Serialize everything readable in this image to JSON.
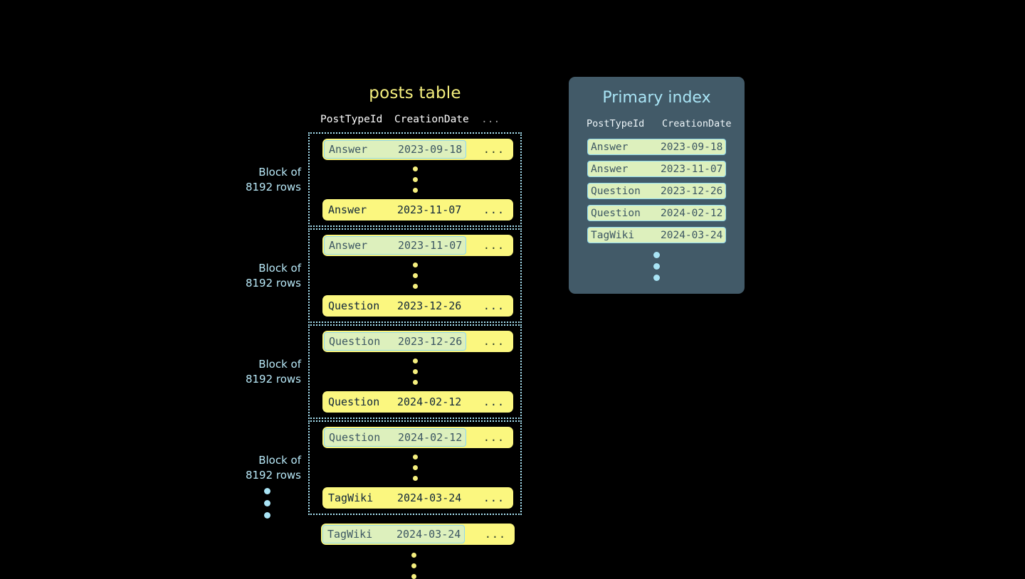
{
  "canvas": {
    "background": "#000000",
    "accent_yellow": "#fbf77f",
    "accent_cyan": "#a9e4f5",
    "highlight_green": "#ddf0bd",
    "panel_slate": "#425a68"
  },
  "posts_table": {
    "title": "posts table",
    "columns": {
      "post_type_id": "PostTypeId",
      "creation_date": "CreationDate",
      "more": "..."
    },
    "blocks": [
      {
        "label_line1": "Block of",
        "label_line2": "8192 rows",
        "first_row": {
          "post_type_id": "Answer",
          "creation_date": "2023-09-18",
          "more": "...",
          "highlighted": true
        },
        "last_row": {
          "post_type_id": "Answer",
          "creation_date": "2023-11-07",
          "more": "...",
          "highlighted": false
        }
      },
      {
        "label_line1": "Block of",
        "label_line2": "8192 rows",
        "first_row": {
          "post_type_id": "Answer",
          "creation_date": "2023-11-07",
          "more": "...",
          "highlighted": true
        },
        "last_row": {
          "post_type_id": "Question",
          "creation_date": "2023-12-26",
          "more": "...",
          "highlighted": false
        }
      },
      {
        "label_line1": "Block of",
        "label_line2": "8192 rows",
        "first_row": {
          "post_type_id": "Question",
          "creation_date": "2023-12-26",
          "more": "...",
          "highlighted": true
        },
        "last_row": {
          "post_type_id": "Question",
          "creation_date": "2024-02-12",
          "more": "...",
          "highlighted": false
        }
      },
      {
        "label_line1": "Block of",
        "label_line2": "8192 rows",
        "first_row": {
          "post_type_id": "Question",
          "creation_date": "2024-02-12",
          "more": "...",
          "highlighted": true
        },
        "last_row": {
          "post_type_id": "TagWiki",
          "creation_date": "2024-03-24",
          "more": "...",
          "highlighted": false
        }
      }
    ],
    "tail_row": {
      "post_type_id": "TagWiki",
      "creation_date": "2024-03-24",
      "more": "...",
      "highlighted": true
    }
  },
  "primary_index": {
    "title": "Primary index",
    "columns": {
      "post_type_id": "PostTypeId",
      "creation_date": "CreationDate"
    },
    "rows": [
      {
        "post_type_id": "Answer",
        "creation_date": "2023-09-18"
      },
      {
        "post_type_id": "Answer",
        "creation_date": "2023-11-07"
      },
      {
        "post_type_id": "Question",
        "creation_date": "2023-12-26"
      },
      {
        "post_type_id": "Question",
        "creation_date": "2024-02-12"
      },
      {
        "post_type_id": "TagWiki",
        "creation_date": "2024-03-24"
      }
    ]
  }
}
